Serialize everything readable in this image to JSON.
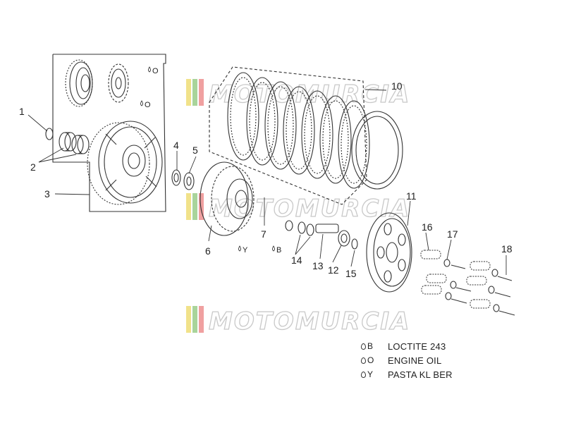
{
  "watermark": "MOTOMURCIA",
  "callouts": [
    "1",
    "2",
    "3",
    "4",
    "5",
    "6",
    "7",
    "10",
    "11",
    "12",
    "13",
    "14",
    "15",
    "16",
    "17",
    "18"
  ],
  "marks": {
    "o": "O",
    "b": "B",
    "y": "Y"
  },
  "legend": [
    {
      "code": "B",
      "text": "LOCTITE 243"
    },
    {
      "code": "O",
      "text": "ENGINE OIL"
    },
    {
      "code": "Y",
      "text": "PASTA KL BER"
    }
  ],
  "colors": {
    "line": "#333333",
    "watermark_outline": "#c9c9c9",
    "stripe_yellow": "#f1e28a",
    "stripe_green": "#a9d49b",
    "stripe_red": "#f0a0a0"
  }
}
